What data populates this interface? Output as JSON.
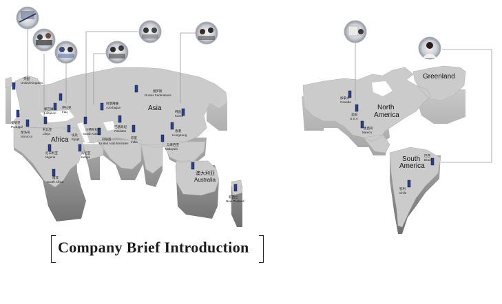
{
  "title": "Company Brief Introduction",
  "regions": {
    "asia": "Asia",
    "africa": "Africa",
    "australia": "Australia",
    "north_america": "North\nAmerica",
    "south_america": "South\nAmerica",
    "greenland": "Greenland"
  },
  "region_labels": {
    "north_america_l1": "North",
    "north_america_l2": "America",
    "south_america_l1": "South",
    "south_america_l2": "America"
  },
  "countries": {
    "uk_cn": "英国",
    "uk": "United Kingdom",
    "portugal_cn": "葡萄牙",
    "portugal": "Portugal",
    "morocco_cn": "摩洛哥",
    "morocco": "Morocco",
    "libya_cn": "利比亚",
    "libya": "Libya",
    "egypt_cn": "埃及",
    "egypt": "Egypt",
    "nigeria_cn": "尼日利亚",
    "nigeria": "Nigeria",
    "kenya_cn": "肯尼亚",
    "kenya": "Kenya",
    "south_africa_cn": "南非",
    "south_africa": "South Africa",
    "russia_cn": "俄罗斯",
    "russia": "Russia Federations",
    "azerbaijan_cn": "阿塞拜疆",
    "azerbaijan": "Azerbaijan",
    "saudi_cn": "沙特阿拉伯",
    "saudi": "Saudi Arabia",
    "uae_cn": "阿联酋",
    "uae": "United Arab Emirates",
    "pakistan_cn": "巴基斯坦",
    "pakistan": "Pakistan",
    "india_cn": "印度",
    "india": "India",
    "korea_cn": "韩国",
    "korea": "Korea",
    "hongkong_cn": "香港",
    "hongkong": "HongKong",
    "malaysia_cn": "马来西亚",
    "malaysia": "Malaysia",
    "australia_cn": "澳大利亚",
    "newzealand_cn": "新西兰",
    "newzealand": "New Zealand",
    "canada_cn": "加拿大",
    "canada": "Canada",
    "usa_cn": "美国",
    "usa": "U.S.A",
    "mexico_cn": "墨西哥",
    "mexico": "Mexico",
    "brazil_cn": "巴西",
    "brazil": "Brazil",
    "chile_cn": "智利",
    "chile": "Chile",
    "lebanon_cn": "黎巴嫩",
    "lebanon": "Lebanon",
    "iraq_cn": "伊拉克",
    "iraq": "Iraq"
  },
  "colors": {
    "map_top": "#c9c9c9",
    "map_side_light": "#bdbdbd",
    "map_side_dark": "#7a7a7a",
    "pin": "#2b3f86",
    "connector": "#9a9a9a"
  }
}
